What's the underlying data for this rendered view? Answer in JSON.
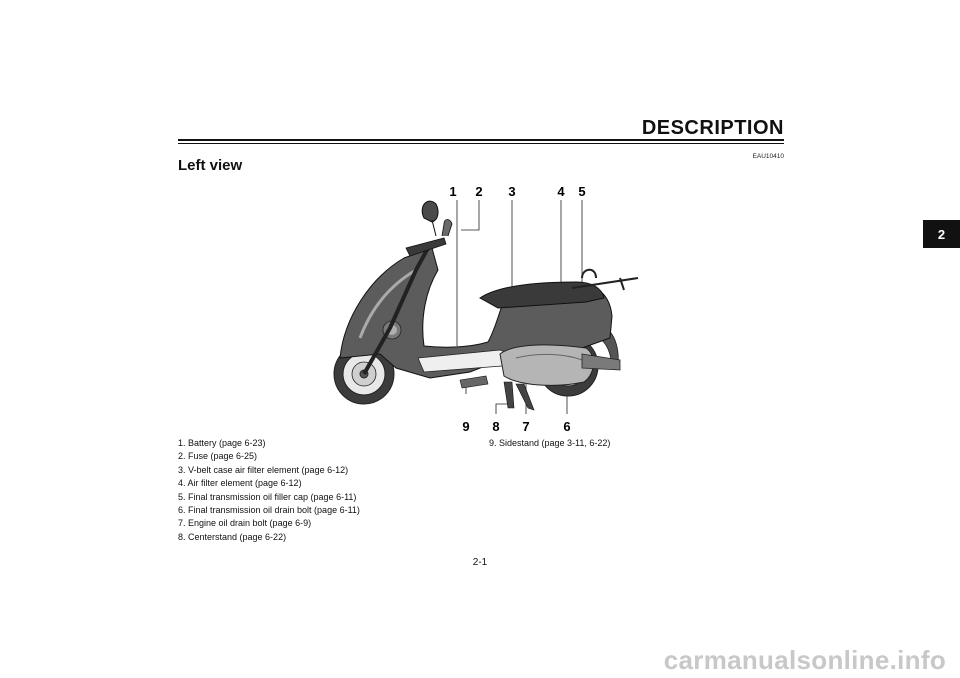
{
  "header": {
    "title": "DESCRIPTION",
    "code": "EAU10410"
  },
  "section": {
    "title": "Left view"
  },
  "chapter_tab": "2",
  "callouts": [
    "1",
    "2",
    "3",
    "4",
    "5",
    "6",
    "7",
    "8",
    "9"
  ],
  "legend_left": [
    "1. Battery (page 6-23)",
    "2. Fuse (page 6-25)",
    "3. V-belt case air filter element (page 6-12)",
    "4. Air filter element (page 6-12)",
    "5. Final transmission oil filler cap (page 6-11)",
    "6. Final transmission oil drain bolt (page 6-11)",
    "7. Engine oil drain bolt (page 6-9)",
    "8. Centerstand (page 6-22)"
  ],
  "legend_right": [
    "9. Sidestand (page 3-11, 6-22)"
  ],
  "page_number": "2-1",
  "watermark": "carmanualsonline.info"
}
